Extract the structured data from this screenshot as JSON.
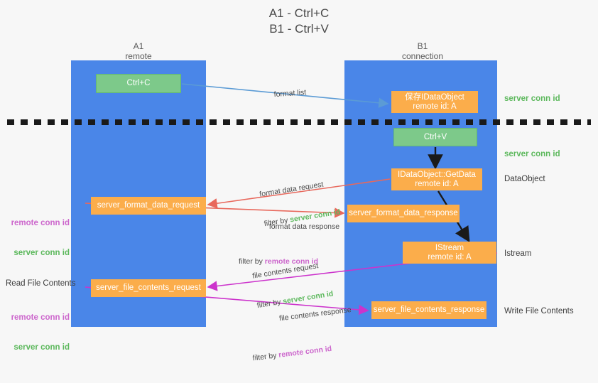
{
  "title": "A1 - Ctrl+C\nB1 - Ctrl+V",
  "columns": {
    "left": {
      "name": "A1",
      "role": "remote",
      "label": "A1\nremote"
    },
    "right": {
      "name": "B1",
      "role": "connection",
      "label": "B1\nconnection"
    }
  },
  "colors": {
    "lifeline": "#4a86e8",
    "green_box": "#7dc98a",
    "orange_box": "#fbad4b",
    "server_conn_text": "#5cb85c",
    "remote_conn_text": "#cc66cc",
    "blue_arrow": "#5b9bd5",
    "red_arrow": "#e8685c",
    "magenta_arrow": "#cc33cc",
    "black_arrow": "#1a1a1a",
    "background": "#f7f7f7"
  },
  "boxes": {
    "ctrl_c": {
      "label": "Ctrl+C",
      "style": "green"
    },
    "save_idataobject": {
      "label": "保存IDataObject\nremote id: A",
      "style": "orange"
    },
    "ctrl_v": {
      "label": "Ctrl+V",
      "style": "green"
    },
    "idataobject_getdata": {
      "label": "IDataObject::GetData\nremote id: A",
      "style": "orange"
    },
    "server_format_data_request": {
      "label": "server_format_data_request",
      "style": "orange"
    },
    "server_format_data_response": {
      "label": "server_format_data_response",
      "style": "orange"
    },
    "istream": {
      "label": "IStream\nremote id: A",
      "style": "orange"
    },
    "server_file_contents_request": {
      "label": "server_file_contents_request",
      "style": "orange"
    },
    "server_file_contents_response": {
      "label": "server_file_contents_response",
      "style": "orange"
    }
  },
  "arrow_captions": {
    "format_list": {
      "line1": "format list",
      "line2": "",
      "filter_prefix": "",
      "filter_key": ""
    },
    "format_data_request": {
      "line1": "format data request",
      "filter_prefix": "filter by ",
      "filter_key": "server conn id",
      "filter_color": "server"
    },
    "format_data_response": {
      "line1": "format data response",
      "filter_prefix": "filter by ",
      "filter_key": "remote conn id",
      "filter_color": "remote"
    },
    "file_contents_request": {
      "line1": "file contents request",
      "filter_prefix": "filter by ",
      "filter_key": "server conn id",
      "filter_color": "server"
    },
    "file_contents_response": {
      "line1": "file contents response",
      "filter_prefix": "filter by ",
      "filter_key": "remote conn id",
      "filter_color": "remote"
    }
  },
  "side_labels": {
    "right_server_conn_1": "server conn id",
    "right_server_conn_2": "server conn id",
    "right_dataobject": "DataObject",
    "right_istream": "Istream",
    "right_write_file_contents": "Write File Contents",
    "left_remote_conn_1": "remote conn id",
    "left_server_conn_1": "server conn id",
    "left_read_file_contents": "Read File Contents",
    "left_remote_conn_2": "remote conn id",
    "left_server_conn_2": "server conn id"
  }
}
